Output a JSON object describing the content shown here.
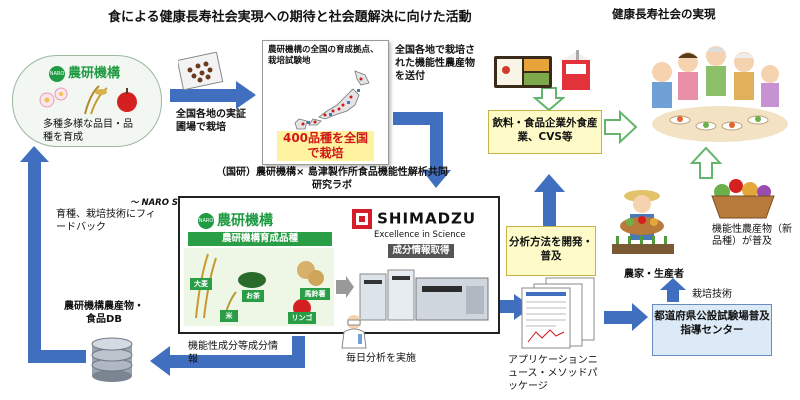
{
  "title": "食による健康長寿社会実現への期待と社会題解決に向けた活動",
  "right_title": "健康長寿社会の実現",
  "naro": {
    "logo": "農研機構",
    "logo_badge": "NARO",
    "caption": "多種多様な品目・品種を育成"
  },
  "arrow_labels": {
    "field_cultivation": "全国各地の実証圃場で栽培",
    "ship_products": "全国各地で栽培された機能性農産物を送付",
    "feedback": "育種、栽培技術にフィードバック",
    "component_info": "機能性成分等成分情報",
    "daily_analysis": "毎日分析を実施",
    "app_news": "アプリケーションニュース・メソッドパッケージ",
    "cultivation_tech": "栽培技術",
    "functional_products": "機能性農産物（新品種）が普及"
  },
  "map": {
    "title": "農研機構の全国の育成拠点、栽培試験地",
    "caption": "400品種を全国で栽培"
  },
  "lab": {
    "title": "（国研）農研機構× 島津製作所食品機能性解析共同研究ラボ",
    "subtitle": "～ NARO Shimadzu Kyoto Laboratory for Food Innovation ～",
    "naro_logo": "農研機構",
    "naro_badge": "NARO",
    "naro_bar": "農研機構育成品種",
    "shimadzu_logo": "SHIMADZU",
    "shimadzu_tagline": "Excellence in Science",
    "shimadzu_bar": "成分情報取得",
    "crops": [
      "大麦",
      "お茶",
      "馬鈴薯",
      "米",
      "リンゴ"
    ]
  },
  "naro_db": "農研機構農産物・食品DB",
  "boxes": {
    "food_industry": "飲料・食品企業外食産業、CVS等",
    "analysis_method": "分析方法を開発・普及",
    "farmers": "農家・生産者",
    "prefecture": "都道府県公設試験場普及指導センター"
  },
  "colors": {
    "arrow_blue": "#3f6fbe",
    "arrow_green": "#62b56b",
    "naro_green": "#1f9b43",
    "map_red": "#d01818",
    "shimadzu_red": "#d41d2a"
  }
}
